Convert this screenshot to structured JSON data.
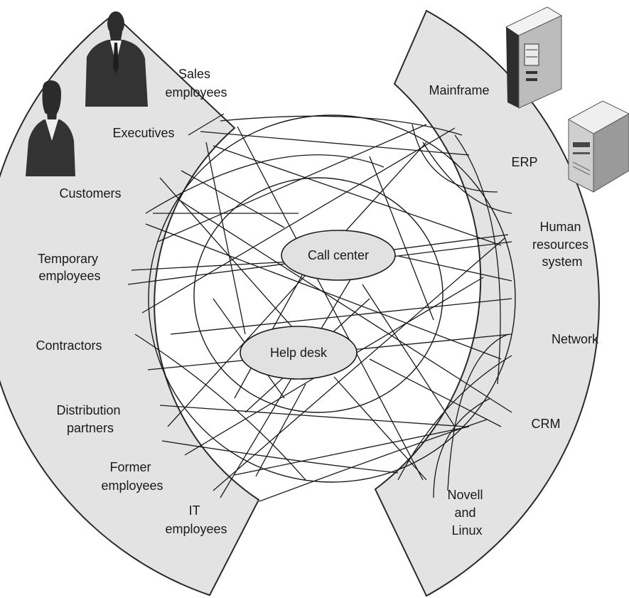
{
  "diagram": {
    "hubs": {
      "call_center": "Call center",
      "help_desk": "Help desk"
    },
    "left_group": {
      "items": [
        [
          "Sales",
          "employees"
        ],
        [
          "Executives"
        ],
        [
          "Customers"
        ],
        [
          "Temporary",
          "employees"
        ],
        [
          "Contractors"
        ],
        [
          "Distribution",
          "partners"
        ],
        [
          "Former",
          "employees"
        ],
        [
          "IT",
          "employees"
        ]
      ],
      "icons": [
        "businessman-icon",
        "businesswoman-icon"
      ]
    },
    "right_group": {
      "items": [
        [
          "Mainframe"
        ],
        [
          "ERP"
        ],
        [
          "Human",
          "resources",
          "system"
        ],
        [
          "Network"
        ],
        [
          "CRM"
        ],
        [
          "Novell",
          "and",
          "Linux"
        ]
      ],
      "icons": [
        "server-tower-icon",
        "server-cabinet-icon"
      ]
    },
    "colors": {
      "arc_fill": "#e3e3e3",
      "hub_fill": "#e1e1e1",
      "line": "#1a1a1a"
    }
  }
}
